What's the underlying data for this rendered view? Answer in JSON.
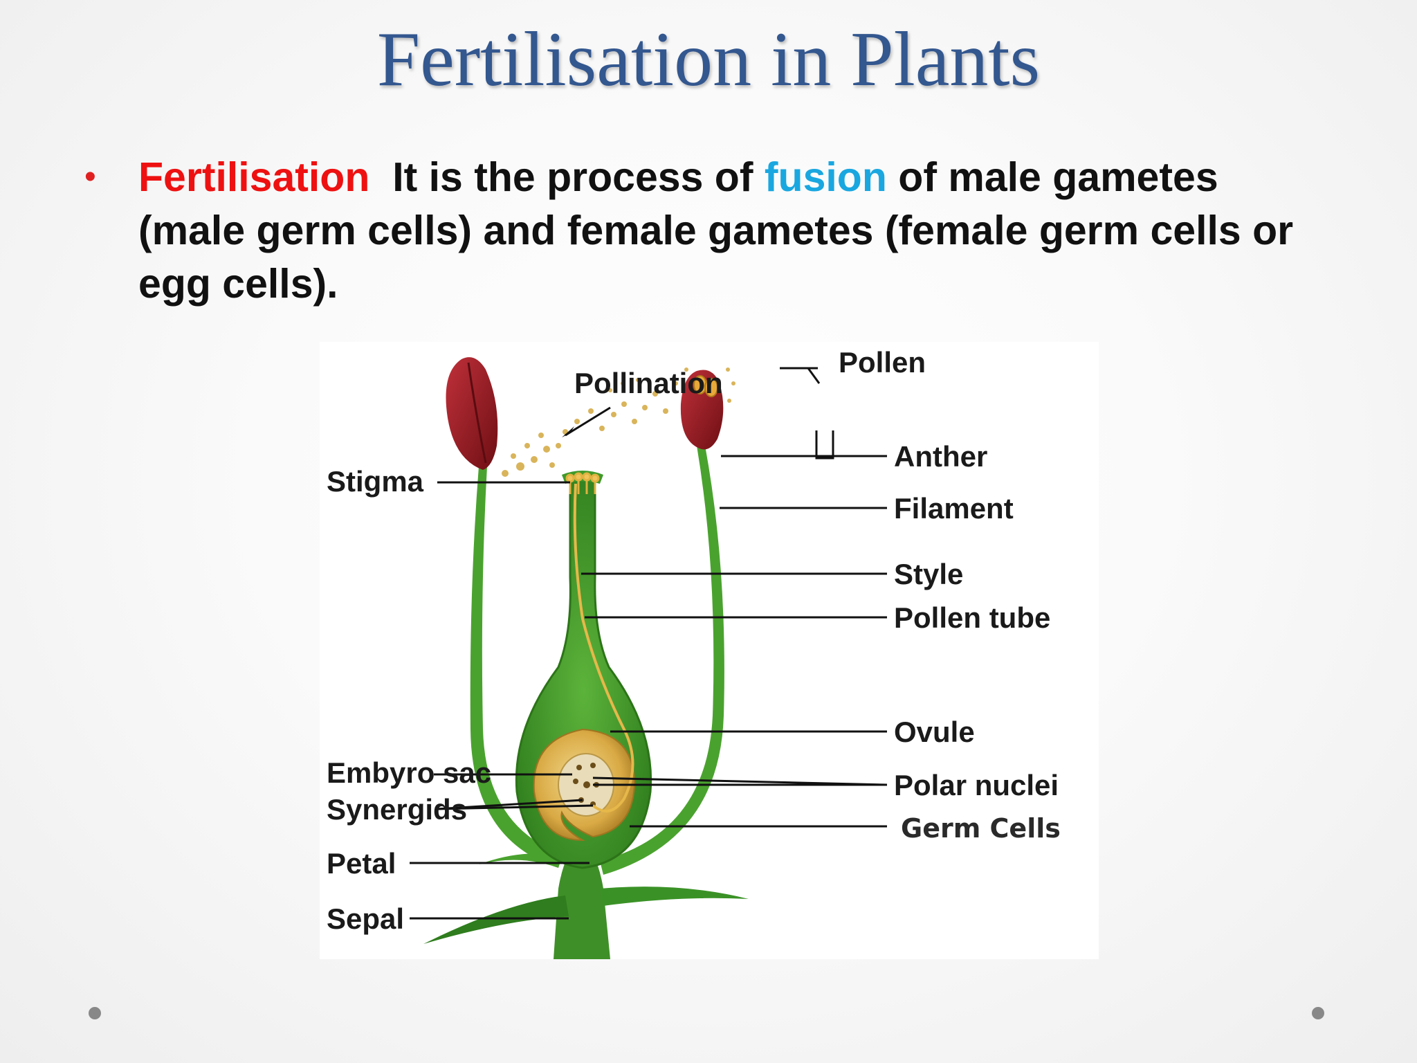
{
  "slide": {
    "title": "Fertilisation in Plants",
    "bullet": {
      "term": "Fertilisation",
      "text_part1": "It is the process of",
      "highlight": "fusion",
      "text_part2": "of male gametes (male germ cells) and female gametes (female germ cells or egg cells)."
    }
  },
  "diagram": {
    "labels": {
      "pollination": "Pollination",
      "pollen": "Pollen",
      "stigma": "Stigma",
      "anther": "Anther",
      "filament": "Filament",
      "style": "Style",
      "pollen_tube": "Pollen tube",
      "ovule": "Ovule",
      "embryo_sac": "Embyro sac",
      "polar_nuclei": "Polar nuclei",
      "synergids": "Synergids",
      "germ_cells": "Germ Cells",
      "petal": "Petal",
      "sepal": "Sepal"
    }
  },
  "colors": {
    "title": "#33578f",
    "term": "#ee1111",
    "highlight": "#1aa7e0",
    "plant_green": "#3f9a2a",
    "anther_red": "#8e1a1f",
    "ovule_gold": "#d9aa45"
  }
}
